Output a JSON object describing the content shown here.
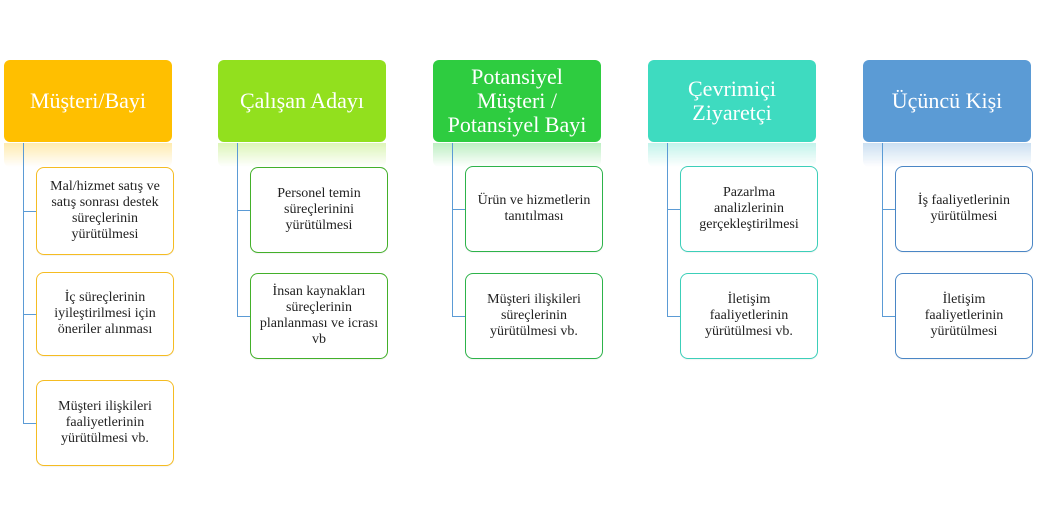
{
  "columns": [
    {
      "header": "Müşteri/Bayi",
      "color": "#FFBF00",
      "stroke": "#F5BC22",
      "line": "#5B9BD5",
      "items": [
        "Mal/hizmet satış ve satış sonrası destek süreçlerinin yürütülmesi",
        "İç süreçlerinin iyileştirilmesi için öneriler alınması",
        "Müşteri ilişkileri faaliyetlerinin yürütülmesi vb."
      ]
    },
    {
      "header": "Çalışan Adayı",
      "color": "#92E01E",
      "stroke": "#43B02A",
      "line": "#5B9BD5",
      "items": [
        "Personel temin süreçlerinini yürütülmesi",
        "İnsan kaynakları süreçlerinin planlanması ve icrası vb"
      ]
    },
    {
      "header": "Potansiyel Müşteri / Potansiyel Bayi",
      "color": "#2ECC40",
      "stroke": "#2DB34A",
      "line": "#5B9BD5",
      "items": [
        "Ürün ve hizmetlerin tanıtılması",
        "Müşteri ilişkileri süreçlerinin yürütülmesi vb."
      ]
    },
    {
      "header": "Çevrimiçi Ziyaretçi",
      "color": "#3EDBC0",
      "stroke": "#3CCFB9",
      "line": "#5B9BD5",
      "items": [
        "Pazarlma analizlerinin gerçekleştirilmesi",
        "İletişim faaliyetlerinin yürütülmesi vb."
      ]
    },
    {
      "header": "Üçüncü Kişi",
      "color": "#5B9BD5",
      "stroke": "#4A86C5",
      "line": "#5B9BD5",
      "items": [
        "İş faaliyetlerinin yürütülmesi",
        "İletişim faaliyetlerinin yürütülmesi"
      ]
    }
  ]
}
